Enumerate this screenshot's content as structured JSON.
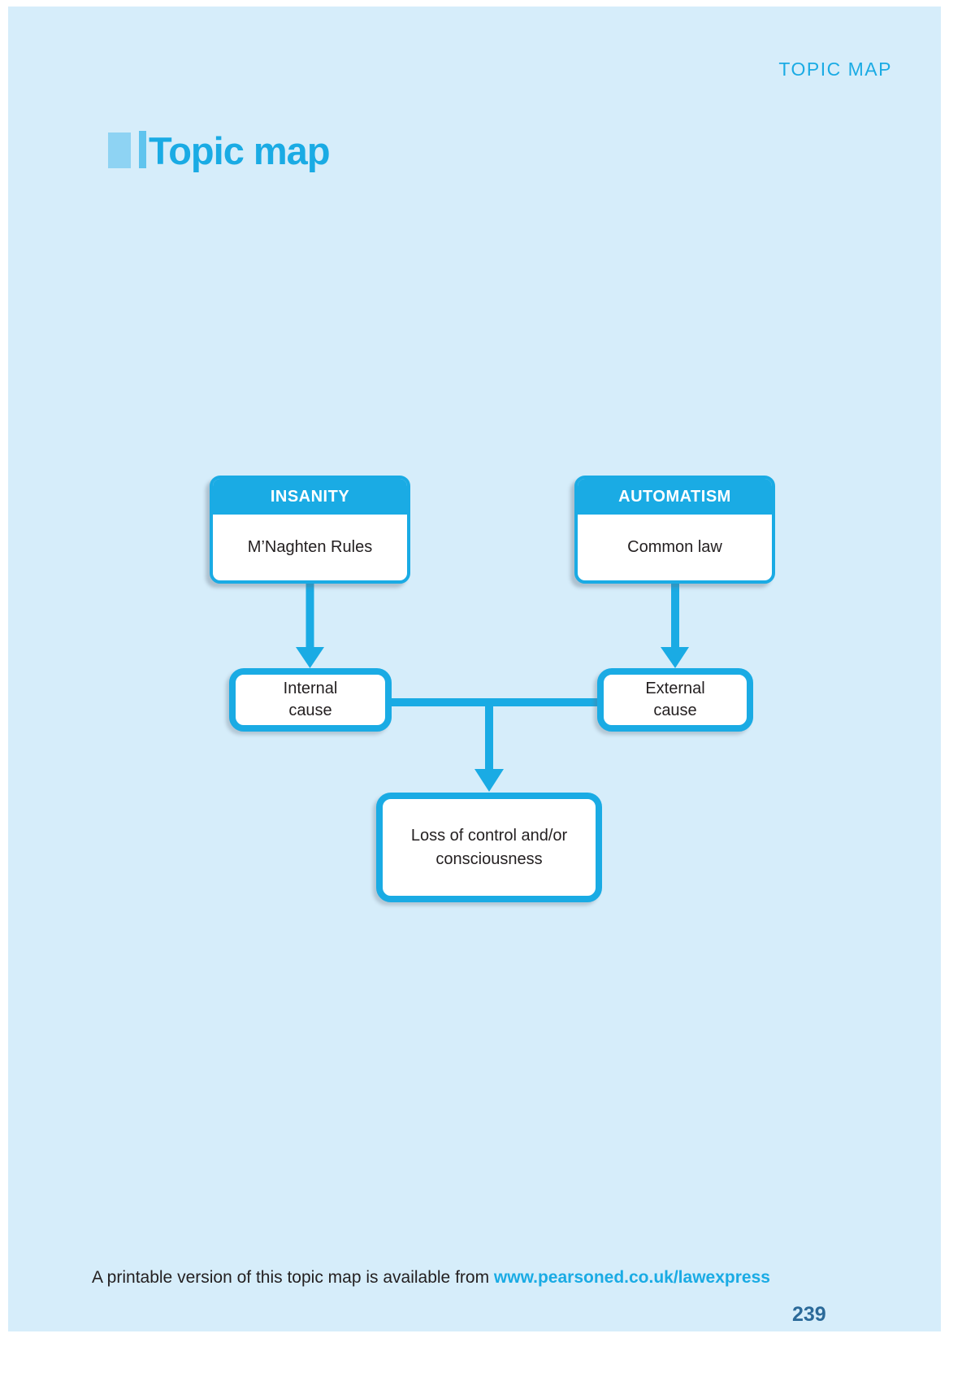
{
  "page": {
    "running_header": "TOPIC MAP",
    "title": "Topic map",
    "page_number": "239",
    "footer": {
      "text": "A printable version of this topic map is available from ",
      "link": "www.pearsoned.co.uk/lawexpress"
    }
  },
  "diagram": {
    "nodes": {
      "insanity": {
        "header": "INSANITY",
        "body": "M’Naghten Rules"
      },
      "automatism": {
        "header": "AUTOMATISM",
        "body": "Common law"
      },
      "internal_cause": {
        "line1": "Internal",
        "line2": "cause"
      },
      "external_cause": {
        "line1": "External",
        "line2": "cause"
      },
      "loss": {
        "line1": "Loss of control and/or",
        "line2": "consciousness"
      }
    },
    "edges": [
      "insanity -> internal_cause",
      "automatism -> external_cause",
      "internal_cause + external_cause -> loss"
    ]
  },
  "colors": {
    "accent_cyan": "#1aabe4",
    "page_background": "#d6edfa",
    "text_dark": "#231f20",
    "title_square_light": "#8ed3f3",
    "page_number_blue": "#2b6a99"
  }
}
